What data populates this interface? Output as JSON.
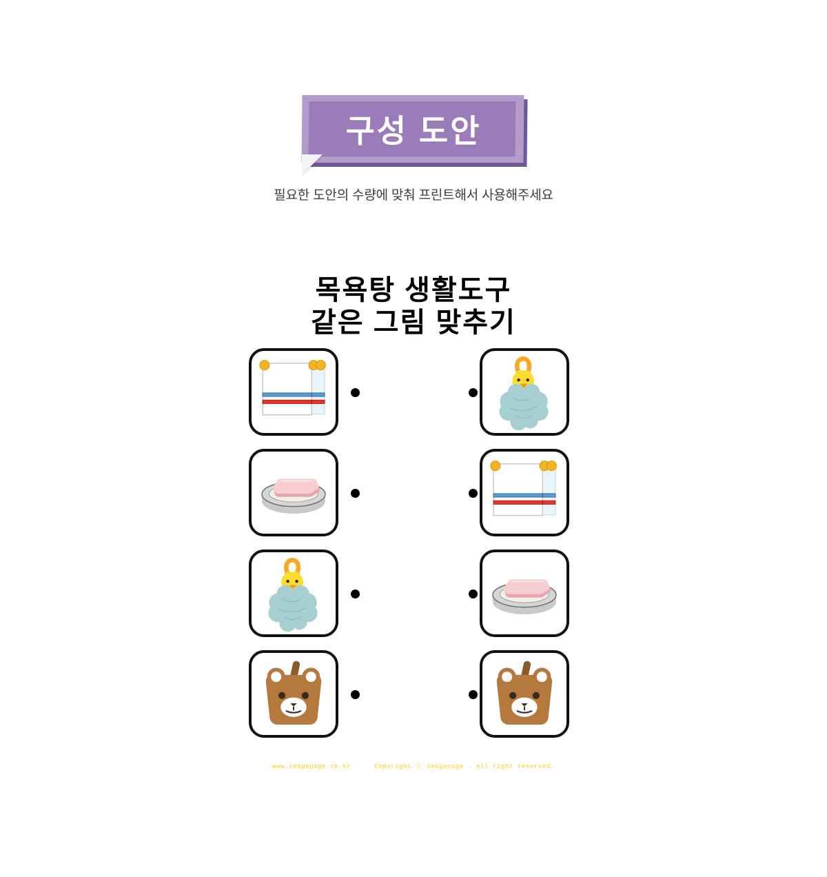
{
  "banner": {
    "title": "구성 도안",
    "colors": {
      "outer": "#b39ccb",
      "inner": "#9b7cba",
      "edge": "#6f5795",
      "fold": "#f4f3f5",
      "text": "#ffffff"
    }
  },
  "subtitle": "필요한 도안의 수량에 맞춰 프린트해서 사용해주세요",
  "worksheet": {
    "title_line1": "목욕탕 생활도구",
    "title_line2": "같은 그림 맞추기"
  },
  "match_grid": {
    "rows": [
      {
        "left_item": "towel",
        "left_label": "수건",
        "right_item": "loofah",
        "right_label": "목욕볼"
      },
      {
        "left_item": "soap",
        "left_label": "비누",
        "right_item": "towel",
        "right_label": "수건"
      },
      {
        "left_item": "loofah",
        "left_label": "목욕볼",
        "right_item": "soap",
        "right_label": "비누"
      },
      {
        "left_item": "basket",
        "left_label": "바구니",
        "right_item": "basket",
        "right_label": "바구니"
      }
    ],
    "connector_dot_color": "#000000",
    "card_border_color": "#111111"
  },
  "art_colors": {
    "towel_cloth": "#ffffff",
    "towel_back": "#eaf4fb",
    "towel_stripe_blue": "#5b9bd5",
    "towel_stripe_red": "#e8342a",
    "towel_clip": "#f5b321",
    "soap_top": "#f7cdd4",
    "soap_side": "#e5a4ae",
    "dish_gray": "#c9c9c9",
    "dish_rim": "#6e6e6e",
    "dish_inner": "#f2efe9",
    "loofah": "#a7cfd2",
    "loofah_dark": "#8dbcc0",
    "duck_head": "#fcdc2e",
    "duck_loop": "#f9a826",
    "duck_beak": "#f39321",
    "basket_body": "#b5793e",
    "basket_handle": "#8a5a2b",
    "basket_ear_inner": "#ffffff",
    "basket_eye": "#3a2a1c",
    "basket_muzzle": "#ffffff"
  },
  "footer": {
    "site": "www.imagepage.co.kr",
    "copyright_prefix": "Copyright",
    "copyright_symbol": "ⓒ",
    "brand": "imagepage",
    "copyright_suffix": ". All right reserved.",
    "color": "#FFC90E"
  }
}
